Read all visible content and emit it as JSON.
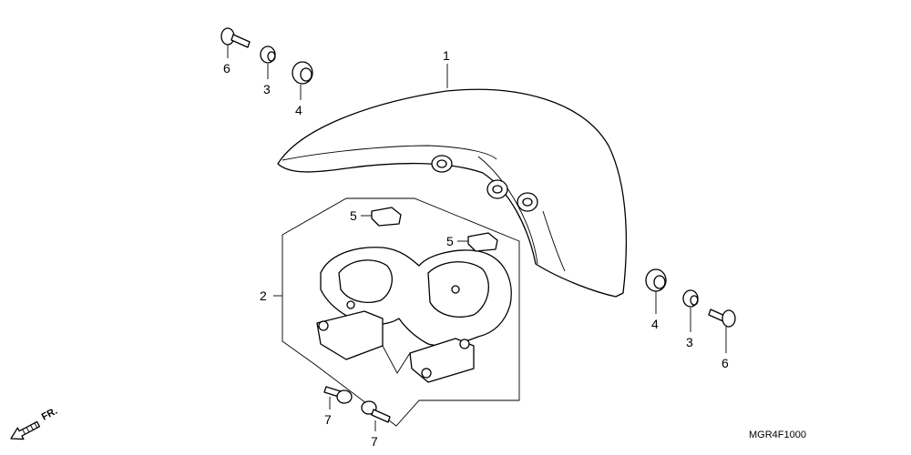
{
  "callouts": {
    "c1": "1",
    "c2": "2",
    "c3_left": "3",
    "c3_right": "3",
    "c4_left": "4",
    "c4_right": "4",
    "c5_left": "5",
    "c5_right": "5",
    "c6_left": "6",
    "c6_right": "6",
    "c7_left": "7",
    "c7_bottom": "7"
  },
  "direction_marker": "FR.",
  "diagram_code": "MGR4F1000"
}
